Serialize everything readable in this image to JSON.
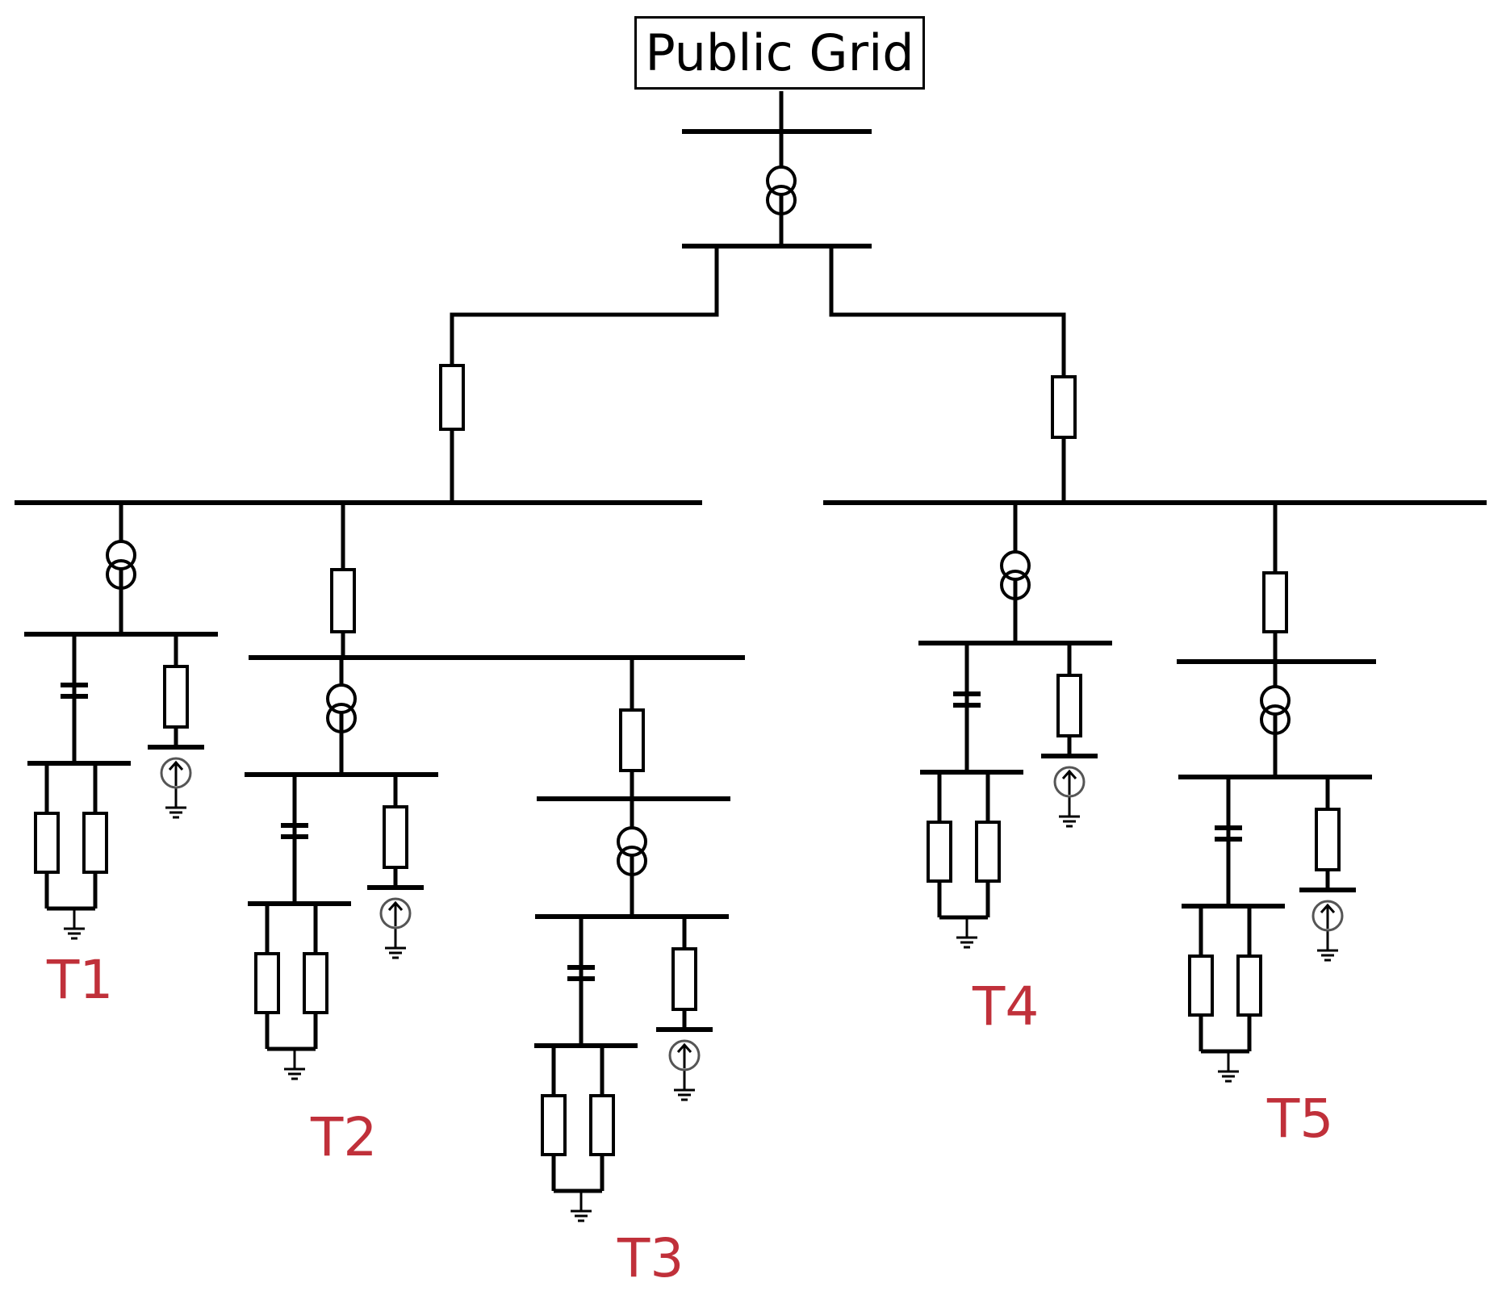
{
  "grid": {
    "label": "Public Grid"
  },
  "terminals": [
    {
      "id": "T1",
      "label": "T1"
    },
    {
      "id": "T2",
      "label": "T2"
    },
    {
      "id": "T3",
      "label": "T3"
    },
    {
      "id": "T4",
      "label": "T4"
    },
    {
      "id": "T5",
      "label": "T5"
    }
  ],
  "colors": {
    "line": "#000000",
    "label": "#c0303a",
    "background": "#ffffff",
    "source": "#555555"
  }
}
